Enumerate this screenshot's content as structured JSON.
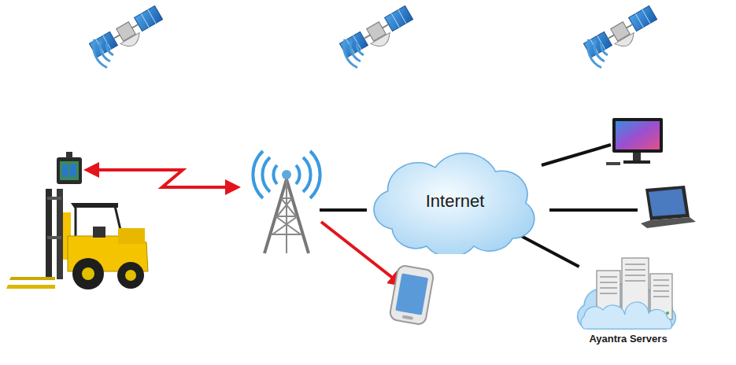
{
  "diagram": {
    "nodes": [
      {
        "text": [
          "Internet"
        ]
      },
      {
        "text": [
          "Ayantra Servers"
        ]
      }
    ],
    "edges": [
      {
        "from": 0,
        "to": 1,
        "arrow": "none"
      }
    ]
  }
}
